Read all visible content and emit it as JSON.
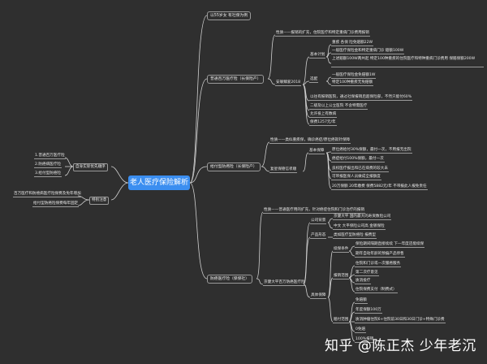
{
  "root": "老人医疗保险解析",
  "watermark": "知乎 @陈正杰 少年老沉",
  "top_note": "以55岁女 有社保为例",
  "b1": {
    "title": "普通百万医疗险（长保险产）",
    "nature": "性质——报销的扩充，住院医疗和特定重病门诊费用报销",
    "product": "安联臻爱2018",
    "basic_label": "基本计划",
    "basic_items": [
      "重疾 各保 险免赔额22W",
      "一般医疗保险金和特定重病门诊 赔额100W",
      "上述赔额100W两共起 特定100种重疾的住院医疗和特种重病门诊费用 保赔保额200W"
    ],
    "optional_label": "选配",
    "optional_items": [
      "一般医疗保险金免赔额1W",
      "特定100种重疾无免赔额"
    ],
    "other_items": [
      "以往有报销医院，通过社保报销后超保险部，不然只能付60%",
      "二级及以上公立医院 不含特需医疗",
      "允许投上有数病",
      "保费1257元/年"
    ]
  },
  "b2": {
    "title": "给付型防癌险（长保险产）",
    "nature": "性质——类似重疾保，确诊癌症/原位癌就针保障",
    "product": "复星保德信孝顺",
    "section_label": "基本保障",
    "items": [
      "原位癌给付30%保额，最付一次，不用报无出院",
      "癌症给付100%保额，最付一次",
      "良权医疗报出和已在病费的较大未",
      "可带报医保人员做成全报额度",
      "20万保额 20年缴费 保费5882元/年 不带报此人报免责任"
    ]
  },
  "b3": {
    "title": "防癌医疗险（保保社）",
    "nature": "性质——普通医疗用的扩充，针对癌症住院和门诊治疗的报销",
    "product": "京健大平百万防癌医疗险",
    "company_label": "公司背景",
    "company_items": [
      "京健大平 国内最大的寿资数险公司",
      "中文 大平保险公司高 金镀保险"
    ],
    "product_label": "产品形态",
    "product_items": [
      "类如医疗型防癌险 报费型"
    ],
    "detail_label": "具体保障",
    "renew_label": "续保条件",
    "renew_items": [
      "保险期间隔期直接续续 下一年度还能续保",
      "期年自动年龄的预偏产品停售"
    ],
    "scope_label": "报销范围",
    "scope_items": [
      "住院和门诊或一次服癌服务",
      "第二次疗意见",
      "质消投疗",
      "住院保费支付（制费式）"
    ],
    "payout_label": "赔付范围",
    "payout_items": [
      "免赔额",
      "年度保额100万",
      "质消肿瘤住院6+住院前30日和30日门诊+特殊门诊费",
      "0免赔",
      "100%报销"
    ]
  },
  "left1": {
    "label": "自身实际优先顺序",
    "items": [
      "1.普通百万医疗险",
      "2.防癌病医疗险",
      "3.给付型防癌险"
    ]
  },
  "left2": {
    "label": "特别注意",
    "items": [
      "百万医疗和防癌病医疗险保费及免年增加",
      "给付型防癌险保费每年固定"
    ]
  }
}
